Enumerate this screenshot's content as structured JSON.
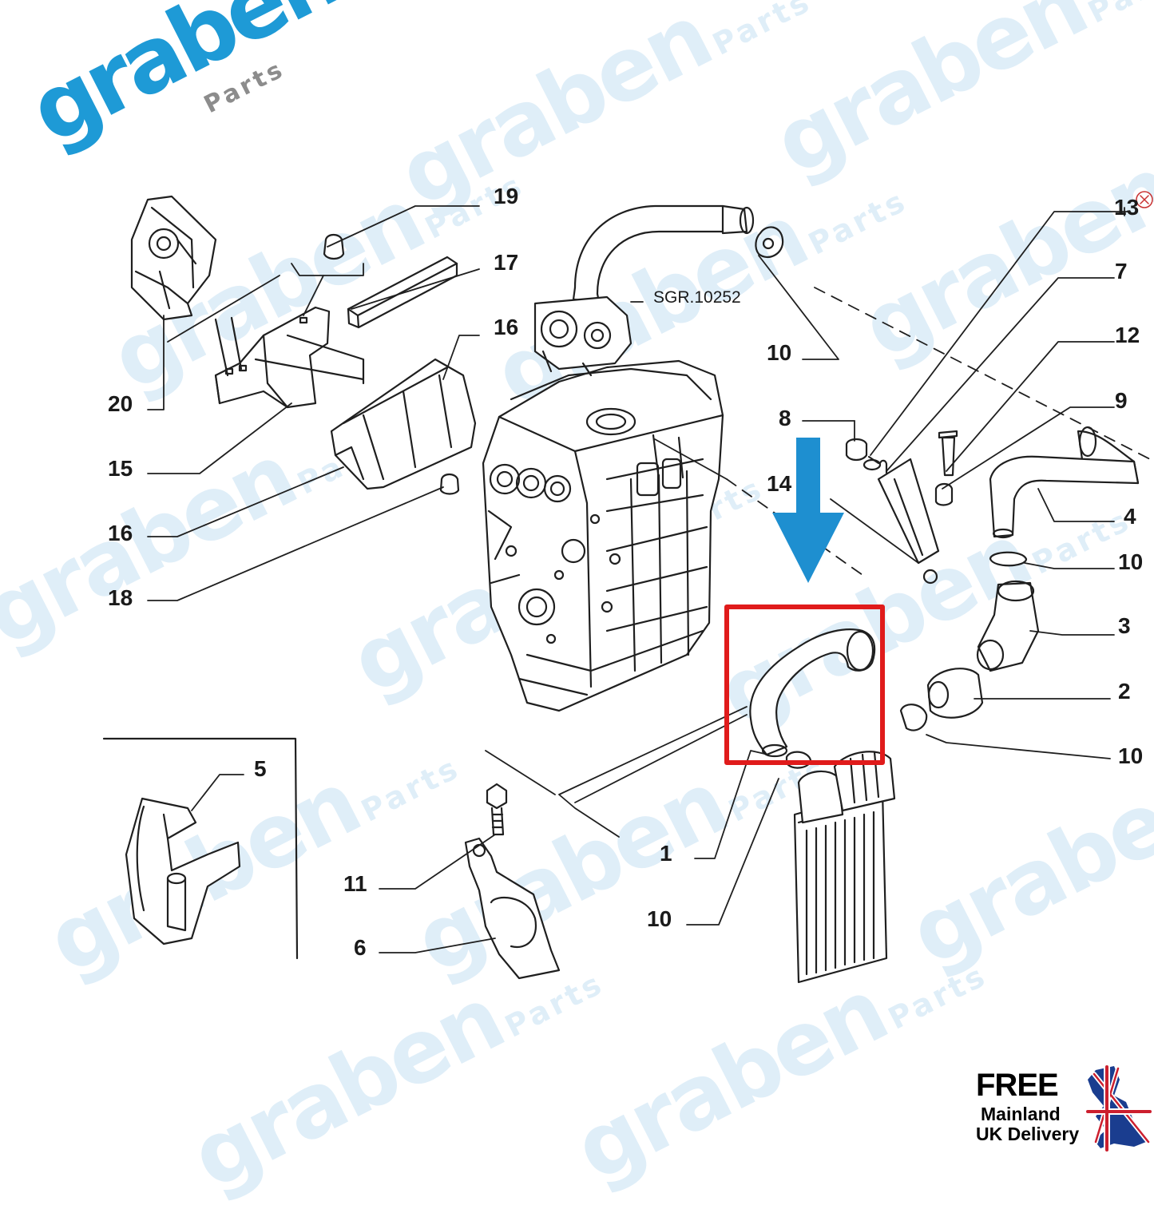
{
  "watermark": {
    "word": "graben",
    "sub": "Parts"
  },
  "logo": {
    "word": "graben",
    "sub": "Parts",
    "color": "#1e9ad6",
    "sub_color": "#8c8c8c"
  },
  "diagram": {
    "drawing_code": "SGR.10252",
    "callouts": {
      "c19": "19",
      "c17": "17",
      "c16a": "16",
      "c20": "20",
      "c15": "15",
      "c16b": "16",
      "c18": "18",
      "c10a": "10",
      "c8": "8",
      "c14": "14",
      "c13": "13",
      "c7": "7",
      "c12": "12",
      "c9": "9",
      "c4": "4",
      "c10b": "10",
      "c3": "3",
      "c2": "2",
      "c10c": "10",
      "c5": "5",
      "c11": "11",
      "c6": "6",
      "c1": "1",
      "c10d": "10"
    },
    "highlight": {
      "part": "1",
      "color": "#e01b1b"
    },
    "arrow_color": "#1e8fd0"
  },
  "delivery_badge": {
    "line1": "FREE",
    "line2": "Mainland",
    "line3": "UK Delivery"
  }
}
